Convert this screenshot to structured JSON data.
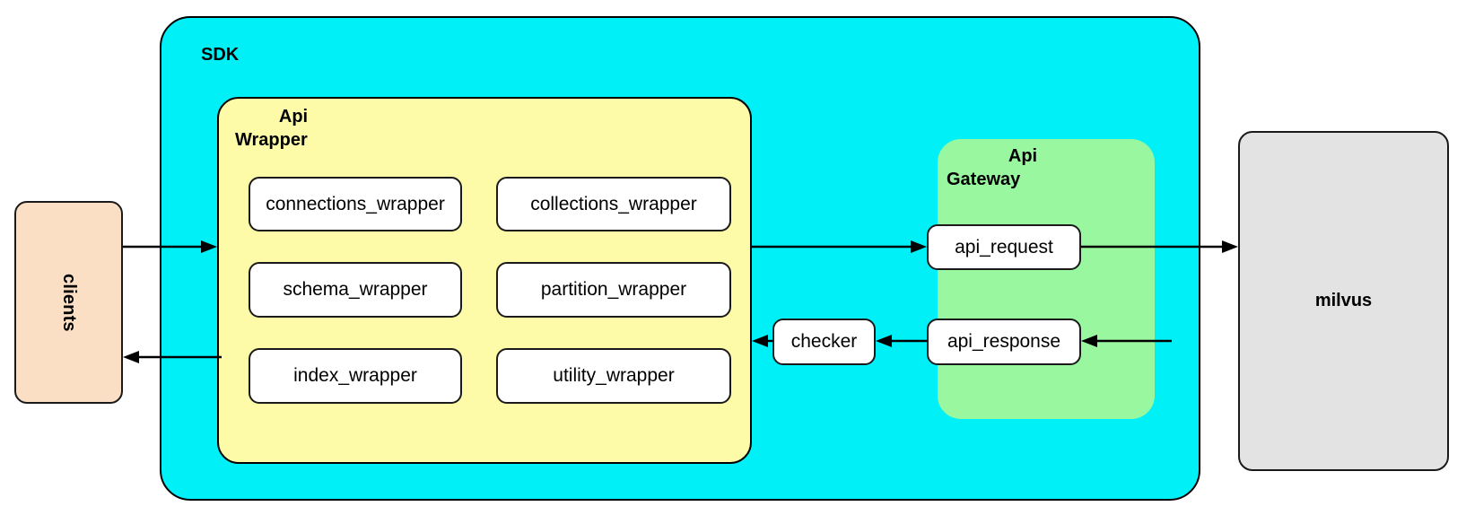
{
  "diagram": {
    "title_nodes": {
      "sdk": "SDK",
      "api_wrapper_line1": "Api",
      "api_wrapper_line2": "Wrapper",
      "api_gateway_line1": "Api",
      "api_gateway_line2": "Gateway"
    },
    "clients": {
      "label": "clients",
      "color": "#fbdfc4"
    },
    "sdk": {
      "label": "SDK",
      "color": "#00f0f8"
    },
    "api_wrapper": {
      "label": "Api Wrapper",
      "color": "#fdfba8",
      "modules": [
        {
          "label": "connections_wrapper"
        },
        {
          "label": "collections_wrapper"
        },
        {
          "label": "schema_wrapper"
        },
        {
          "label": "partition_wrapper"
        },
        {
          "label": "index_wrapper"
        },
        {
          "label": "utility_wrapper"
        }
      ]
    },
    "checker": {
      "label": "checker",
      "color": "#ffffff"
    },
    "api_gateway": {
      "label": "Api Gateway",
      "color": "#99f79f",
      "nodes": [
        {
          "label": "api_request"
        },
        {
          "label": "api_response"
        }
      ]
    },
    "milvus": {
      "label": "milvus",
      "color": "#e3e3e3"
    },
    "edges": [
      {
        "from": "clients",
        "to": "api_wrapper",
        "direction": "right"
      },
      {
        "from": "api_wrapper",
        "to": "api_request",
        "direction": "right"
      },
      {
        "from": "api_request",
        "to": "milvus",
        "direction": "right"
      },
      {
        "from": "milvus",
        "to": "api_response",
        "direction": "left"
      },
      {
        "from": "api_response",
        "to": "checker",
        "direction": "left"
      },
      {
        "from": "checker",
        "to": "api_wrapper",
        "direction": "left"
      },
      {
        "from": "api_wrapper",
        "to": "clients",
        "direction": "left"
      }
    ]
  }
}
